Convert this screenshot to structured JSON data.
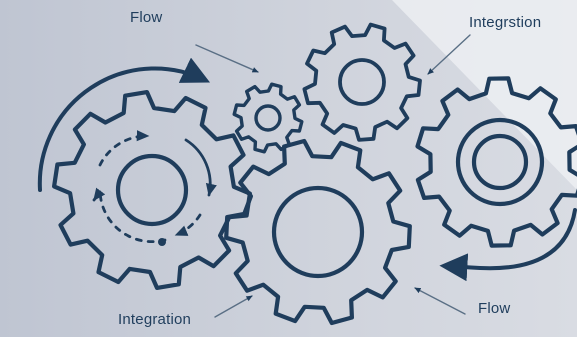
{
  "labels": {
    "flow_top": "Flow",
    "integration_top": "Integrstion",
    "integration_bottom": "Integration",
    "flow_bottom": "Flow"
  },
  "colors": {
    "stroke": "#1f3d5c",
    "background_left": "#c3c9d5",
    "background_right": "#e7e9ee"
  },
  "icons": [
    "gear-icon",
    "circular-arrow-icon",
    "pointer-arrow-icon"
  ]
}
